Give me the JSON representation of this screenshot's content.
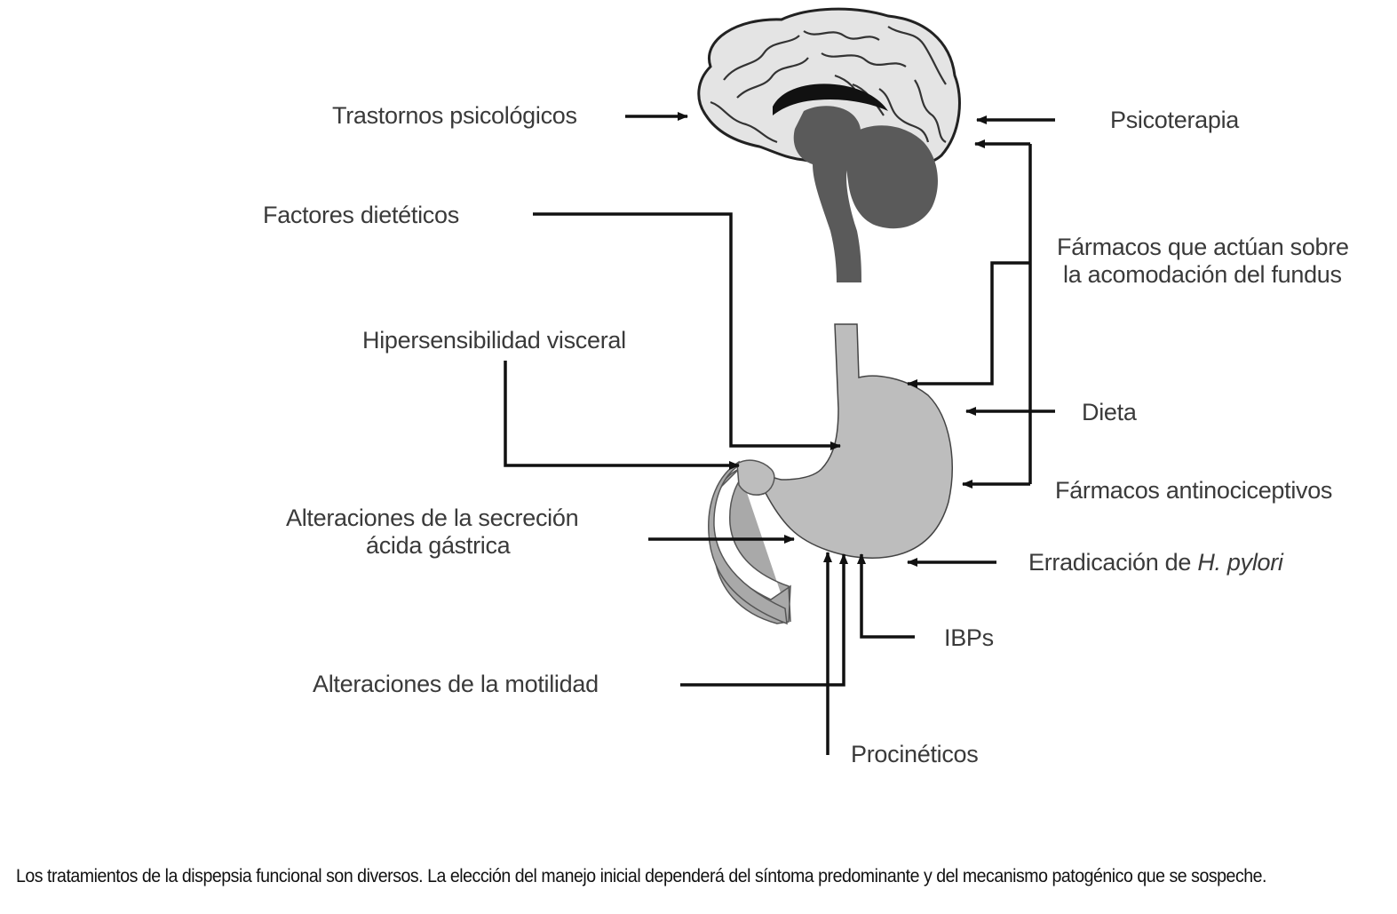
{
  "labels": {
    "trastornos": "Trastornos psicológicos",
    "factores": "Factores dietéticos",
    "hipersensibilidad": "Hipersensibilidad visceral",
    "secrecion_line1": "Alteraciones de la secreción",
    "secrecion_line2": "ácida gástrica",
    "motilidad": "Alteraciones de la motilidad",
    "psicoterapia": "Psicoterapia",
    "farmacos_fundus_line1": "Fármacos que actúan sobre",
    "farmacos_fundus_line2": "la acomodación del fundus",
    "dieta": "Dieta",
    "antinociceptivos": "Fármacos antinociceptivos",
    "erradicacion_prefix": "Erradicación de ",
    "erradicacion_italic": "H. pylori",
    "ibps": "IBPs",
    "procineticos": "Procinéticos"
  },
  "caption": "Los tratamientos de la dispepsia funcional son diversos. La elección del manejo inicial dependerá del síntoma predominante y del mecanismo patogénico que se sospeche.",
  "colors": {
    "brain_fill": "#e4e4e4",
    "brainstem_fill": "#5a5a5a",
    "stomach_fill": "#bdbdbd",
    "arrow": "#111111",
    "label_text": "#3a3a3a"
  }
}
